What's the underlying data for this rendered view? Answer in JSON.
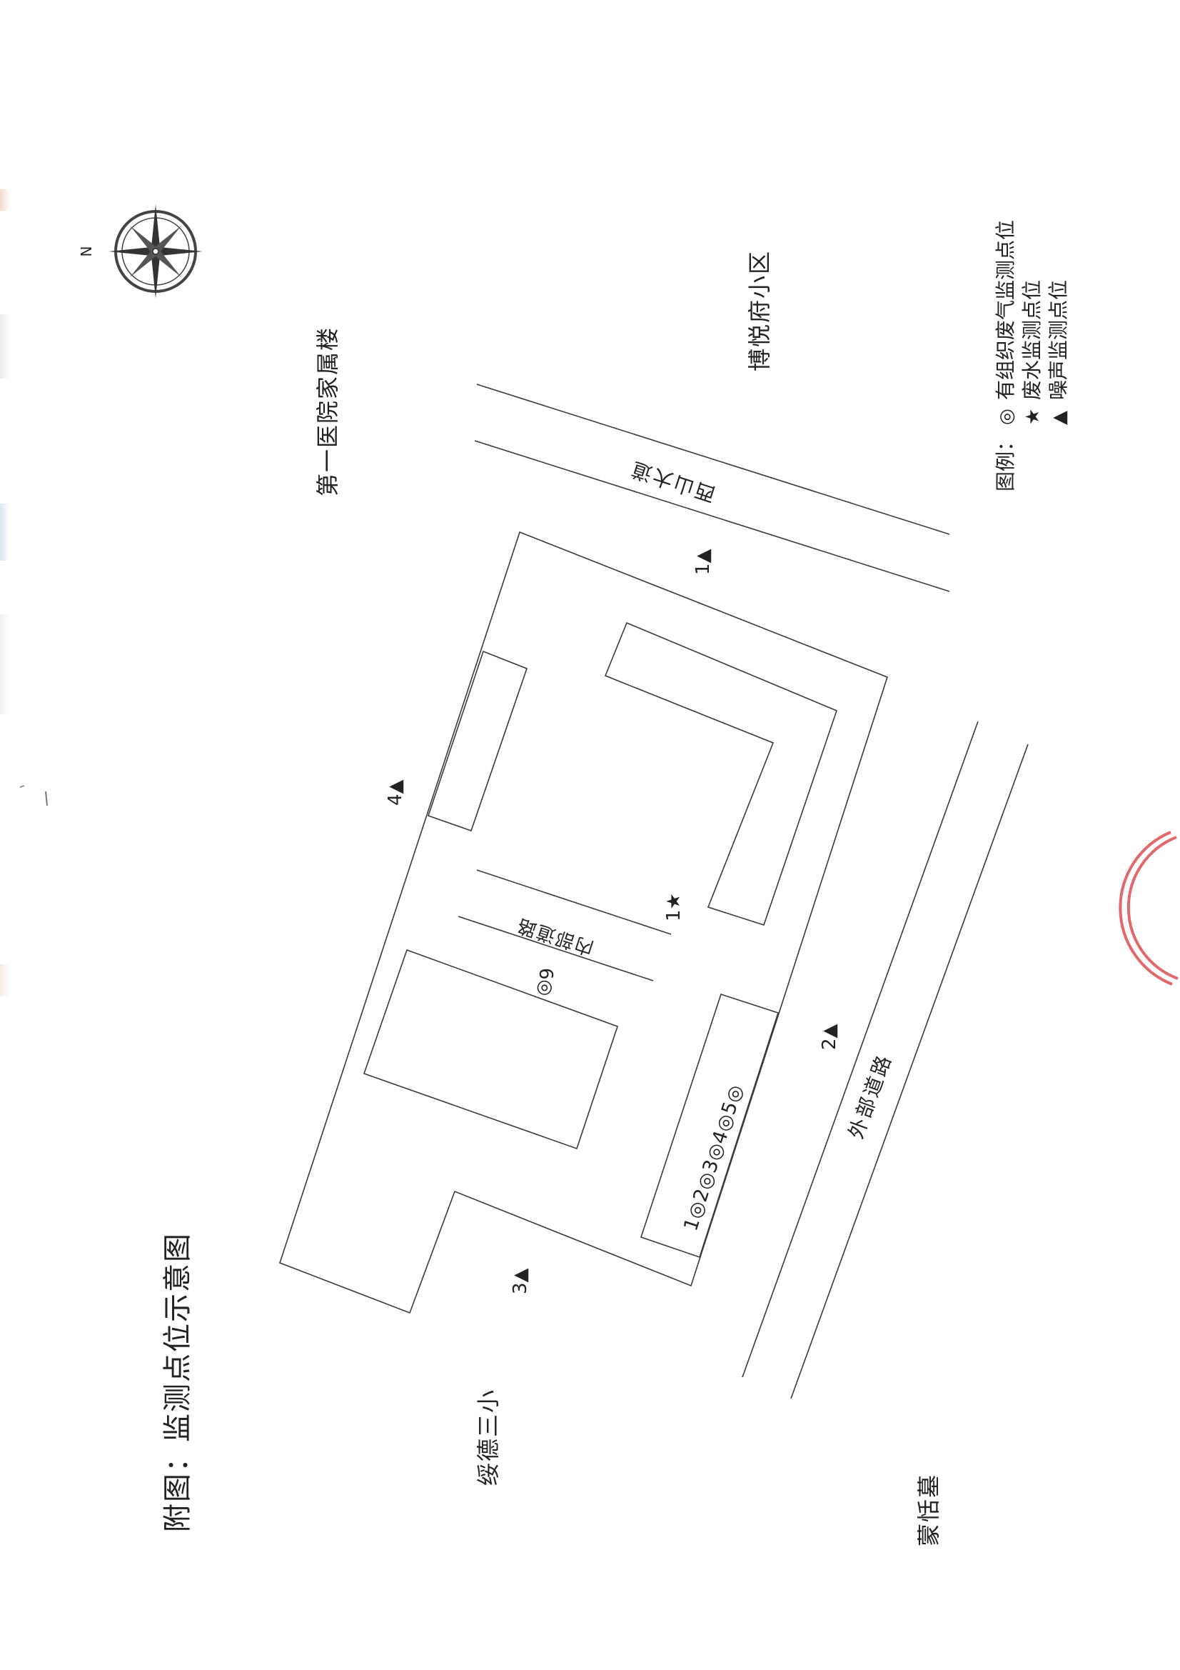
{
  "title": "附图：监测点位示意图",
  "compass": {
    "north_label": "N"
  },
  "places": {
    "hospital_housing": "第一医院家属楼",
    "residential_area": "博悦府小区",
    "school": "绥德三小",
    "cemetery": "蒙恬墓"
  },
  "roads": {
    "xishan_road": "西山大道",
    "external_road": "外部道路",
    "internal_road": "内部道路"
  },
  "points": {
    "noise_1": "1▲",
    "noise_2": "2▲",
    "noise_3": "3▲",
    "noise_4": "4▲",
    "wastewater_1": "1★",
    "exhaust_6": "6◎",
    "exhaust_row": "1◎2◎3◎4◎5◎"
  },
  "legend": {
    "title": "图例：",
    "items": [
      {
        "symbol": "◎",
        "label": "有组织废气监测点位"
      },
      {
        "symbol": "★",
        "label": "废水监测点位"
      },
      {
        "symbol": "▲",
        "label": "噪声监测点位"
      }
    ]
  },
  "colors": {
    "line": "#3a3a3a",
    "text": "#222222",
    "stamp": "#d8353a"
  }
}
